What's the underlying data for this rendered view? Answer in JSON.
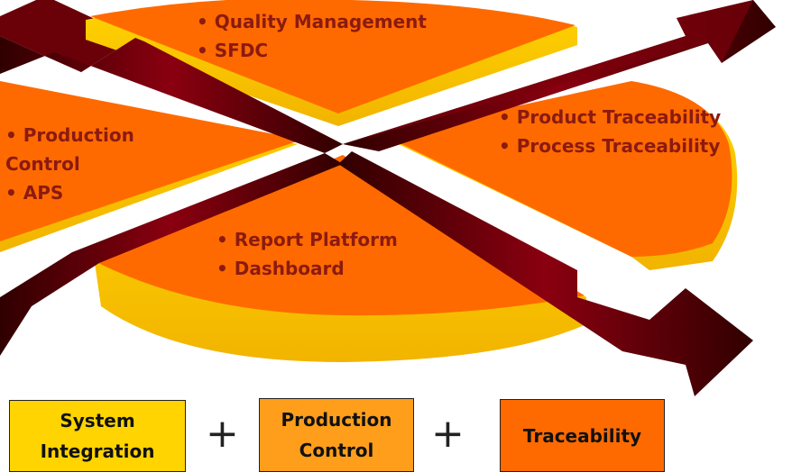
{
  "segments": {
    "top": [
      "• Quality Management",
      "• SFDC"
    ],
    "left": [
      "• Production",
      "Control",
      "• APS"
    ],
    "right": [
      "• Product Traceability",
      "• Process Traceability"
    ],
    "bottom": [
      "• Report Platform",
      "• Dashboard"
    ]
  },
  "boxes": [
    {
      "lines": [
        "System",
        "Integration"
      ],
      "color": "#FFD400"
    },
    {
      "lines": [
        "Production",
        "Control"
      ],
      "color": "#FF9E1A"
    },
    {
      "lines": [
        "Traceability"
      ],
      "color": "#FF6A00"
    }
  ],
  "operators": [
    "+",
    "+"
  ],
  "colors": {
    "slice_top": "#FF6A00",
    "slice_side": "#FFC800",
    "arrow_dark": "#5A0000",
    "arrow_light": "#A0000A",
    "text": "#8B1A10"
  }
}
